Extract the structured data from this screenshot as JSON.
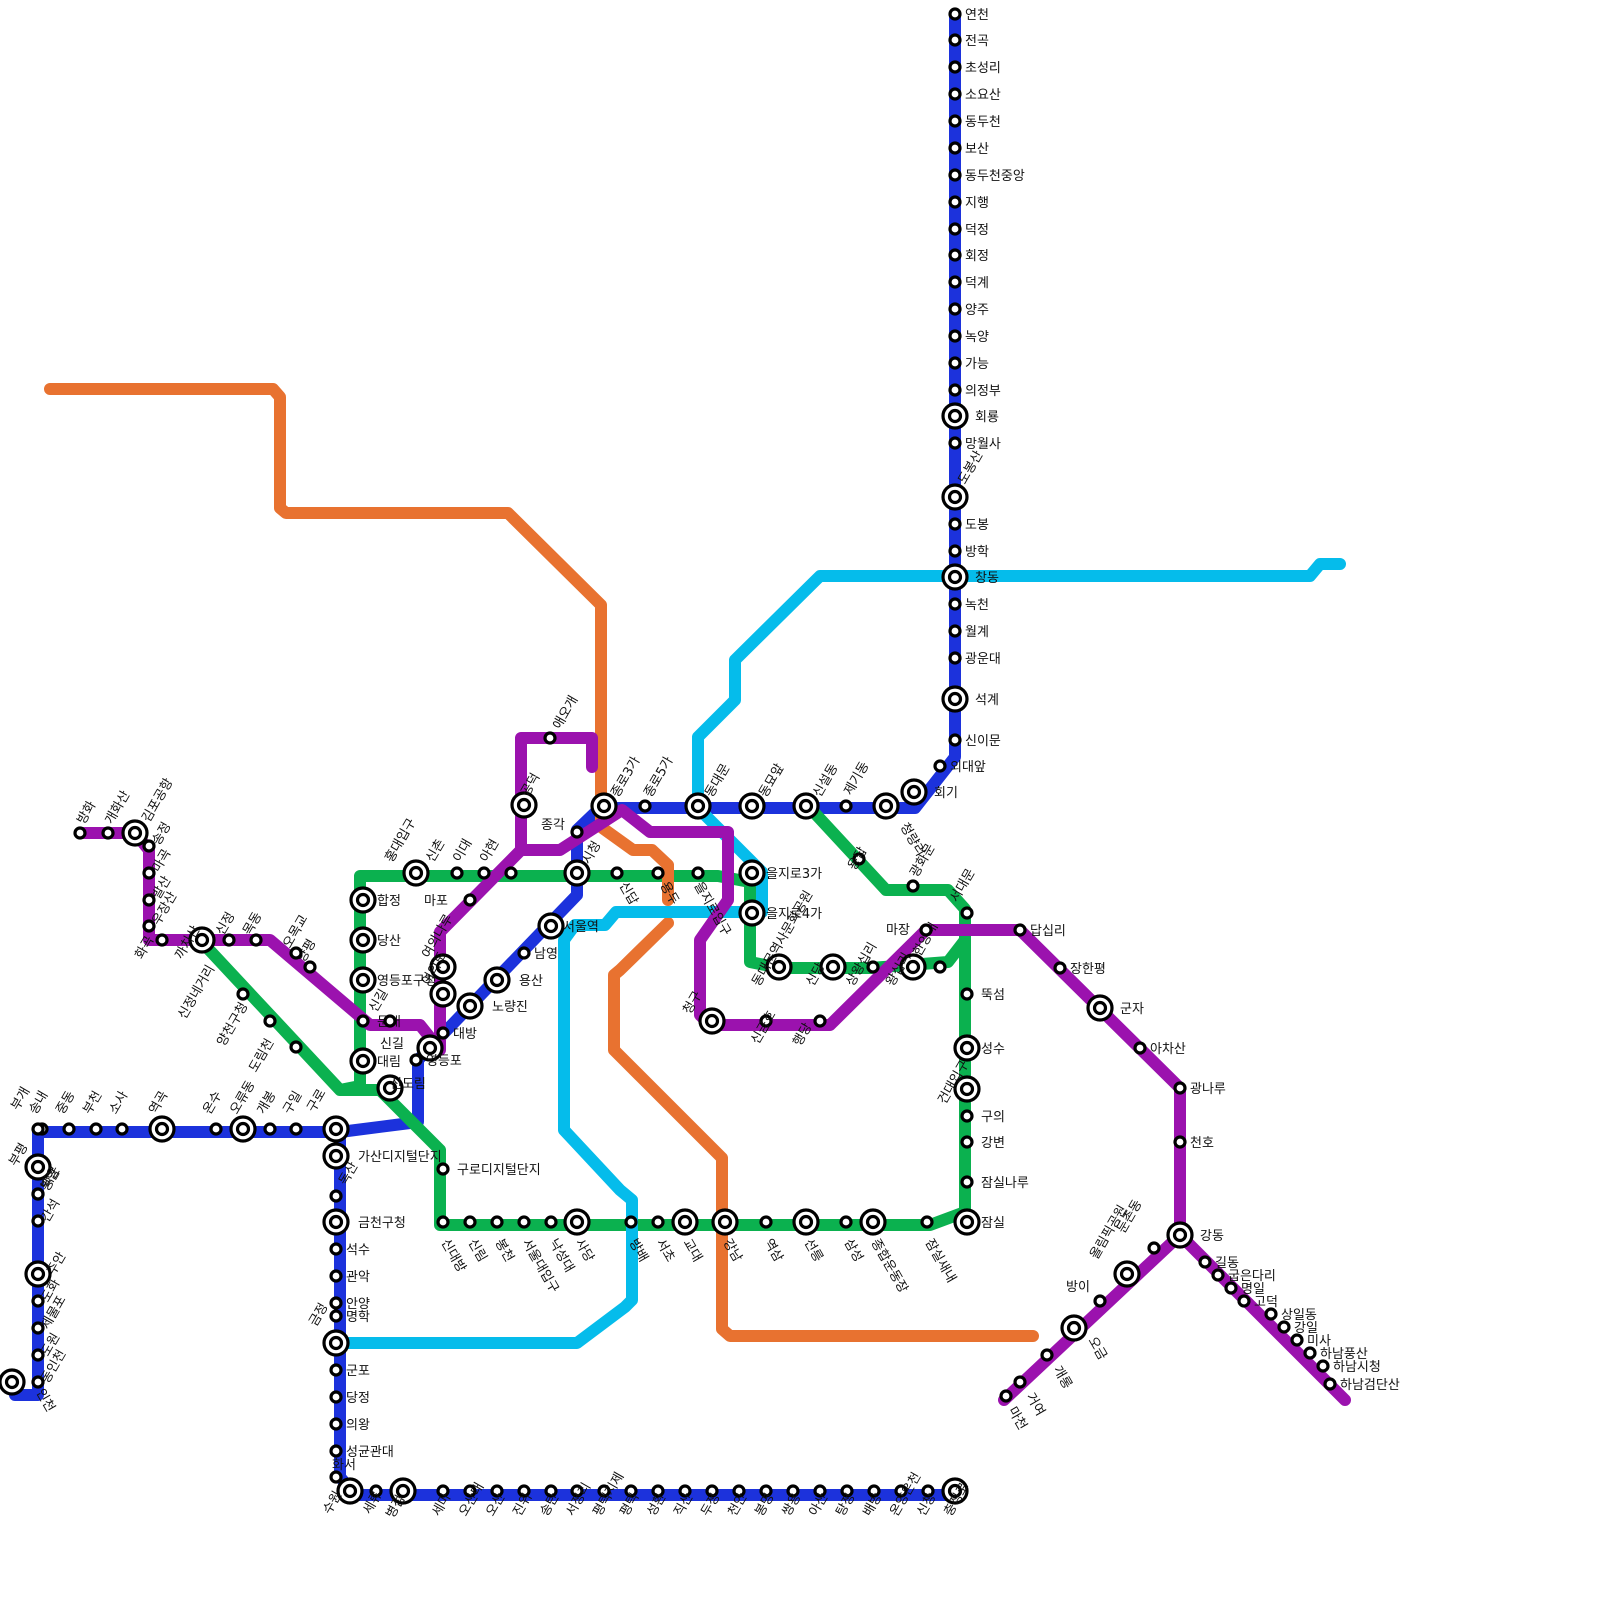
{
  "map": {
    "colors": {
      "line1": "#1c32dc",
      "line2": "#0bb14f",
      "line3": "#e87230",
      "line4": "#05bceb",
      "line5": "#9b12ae"
    },
    "lines": [
      {
        "id": "line1",
        "color_key": "line1"
      },
      {
        "id": "line2",
        "color_key": "line2"
      },
      {
        "id": "line3",
        "color_key": "line3"
      },
      {
        "id": "line4",
        "color_key": "line4"
      },
      {
        "id": "line5",
        "color_key": "line5"
      }
    ],
    "stations": [
      {
        "id": "s_yeoncheon",
        "name": "연천",
        "transfer": false
      },
      {
        "id": "s_jeongok",
        "name": "전곡",
        "transfer": false
      },
      {
        "id": "s_choseongni",
        "name": "초성리",
        "transfer": false
      },
      {
        "id": "s_soyosan",
        "name": "소요산",
        "transfer": false
      },
      {
        "id": "s_dongducheon",
        "name": "동두천",
        "transfer": false
      },
      {
        "id": "s_bosan",
        "name": "보산",
        "transfer": false
      },
      {
        "id": "s_dongducheonjungang",
        "name": "동두천중앙",
        "transfer": false
      },
      {
        "id": "s_jihaeng",
        "name": "지행",
        "transfer": false
      },
      {
        "id": "s_deokjeong",
        "name": "덕정",
        "transfer": false
      },
      {
        "id": "s_hoejeong",
        "name": "회정",
        "transfer": false
      },
      {
        "id": "s_deokgye",
        "name": "덕계",
        "transfer": false
      },
      {
        "id": "s_yangju",
        "name": "양주",
        "transfer": false
      },
      {
        "id": "s_nogyang",
        "name": "녹양",
        "transfer": false
      },
      {
        "id": "s_ganeung",
        "name": "가능",
        "transfer": false
      },
      {
        "id": "s_uijeongbu",
        "name": "의정부",
        "transfer": false
      },
      {
        "id": "s_hoeryong",
        "name": "회룡",
        "transfer": true
      },
      {
        "id": "s_mangwolsa",
        "name": "망월사",
        "transfer": false
      },
      {
        "id": "s_dobongsan",
        "name": "도봉산",
        "transfer": true
      },
      {
        "id": "s_dobong",
        "name": "도봉",
        "transfer": false
      },
      {
        "id": "s_banghak",
        "name": "방학",
        "transfer": false
      },
      {
        "id": "s_changdong",
        "name": "창동",
        "transfer": true
      },
      {
        "id": "s_nokcheon",
        "name": "녹천",
        "transfer": false
      },
      {
        "id": "s_wolgye",
        "name": "월계",
        "transfer": false
      },
      {
        "id": "s_gwangundae",
        "name": "광운대",
        "transfer": false
      },
      {
        "id": "s_seokgye",
        "name": "석계",
        "transfer": true
      },
      {
        "id": "s_sinimun",
        "name": "신이문",
        "transfer": false
      },
      {
        "id": "s_oedaeap",
        "name": "외대앞",
        "transfer": false
      },
      {
        "id": "s_hoegi",
        "name": "회기",
        "transfer": true
      },
      {
        "id": "s_cheongnyangni",
        "name": "청량리",
        "transfer": true
      },
      {
        "id": "s_jegi",
        "name": "제기동",
        "transfer": false
      },
      {
        "id": "s_sinseoldong",
        "name": "신설동",
        "transfer": true
      },
      {
        "id": "s_dongmyoap",
        "name": "동묘앞",
        "transfer": true
      },
      {
        "id": "s_dongdaemun",
        "name": "동대문",
        "transfer": true
      },
      {
        "id": "s_jongno5ga",
        "name": "종로5가",
        "transfer": false
      },
      {
        "id": "s_jongno3ga",
        "name": "종로3가",
        "transfer": true
      },
      {
        "id": "s_jonggak",
        "name": "종각",
        "transfer": false
      },
      {
        "id": "s_cityhall",
        "name": "시청",
        "transfer": true
      },
      {
        "id": "s_seoulstation",
        "name": "서울역",
        "transfer": true
      },
      {
        "id": "s_namyeong",
        "name": "남영",
        "transfer": false
      },
      {
        "id": "s_yongsan",
        "name": "용산",
        "transfer": true
      },
      {
        "id": "s_noryangjin",
        "name": "노량진",
        "transfer": true
      },
      {
        "id": "s_daebang",
        "name": "대방",
        "transfer": false
      },
      {
        "id": "s_singil",
        "name": "신길",
        "transfer": true
      },
      {
        "id": "s_yeongdeungpo",
        "name": "영등포",
        "transfer": false
      },
      {
        "id": "s_sindorim",
        "name": "신도림",
        "transfer": true
      },
      {
        "id": "s_guro",
        "name": "구로",
        "transfer": true
      },
      {
        "id": "s_gaeun",
        "name": "구일",
        "transfer": false
      },
      {
        "id": "s_gaebong",
        "name": "개봉",
        "transfer": false
      },
      {
        "id": "s_oryu",
        "name": "오류동",
        "transfer": true
      },
      {
        "id": "s_onsu",
        "name": "온수",
        "transfer": false
      },
      {
        "id": "s_yeokgok",
        "name": "역곡",
        "transfer": true
      },
      {
        "id": "s_sosa",
        "name": "소사",
        "transfer": false
      },
      {
        "id": "s_bucheon",
        "name": "부천",
        "transfer": false
      },
      {
        "id": "s_jungdong",
        "name": "중동",
        "transfer": false
      },
      {
        "id": "s_songnae",
        "name": "송내",
        "transfer": false
      },
      {
        "id": "s_bugae",
        "name": "부개",
        "transfer": false
      },
      {
        "id": "s_bupyeong",
        "name": "부평",
        "transfer": true
      },
      {
        "id": "s_baegun",
        "name": "백운",
        "transfer": false
      },
      {
        "id": "s_dongam",
        "name": "동암",
        "transfer": false
      },
      {
        "id": "s_ganseok",
        "name": "간석",
        "transfer": false
      },
      {
        "id": "s_juan",
        "name": "주안",
        "transfer": true
      },
      {
        "id": "s_dohwa",
        "name": "도화",
        "transfer": false
      },
      {
        "id": "s_jemulpo",
        "name": "제물포",
        "transfer": false
      },
      {
        "id": "s_dowon",
        "name": "도원",
        "transfer": false
      },
      {
        "id": "s_dongincheon",
        "name": "동인천",
        "transfer": false
      },
      {
        "id": "s_incheon",
        "name": "인천",
        "transfer": true
      },
      {
        "id": "s_gasan",
        "name": "가산디지털단지",
        "transfer": true
      },
      {
        "id": "s_doksan",
        "name": "독산",
        "transfer": false
      },
      {
        "id": "s_geumcheon",
        "name": "금천구청",
        "transfer": true
      },
      {
        "id": "s_seoksu",
        "name": "석수",
        "transfer": false
      },
      {
        "id": "s_gwanak",
        "name": "관악",
        "transfer": false
      },
      {
        "id": "s_anyang",
        "name": "안양",
        "transfer": false
      },
      {
        "id": "s_myeonghak",
        "name": "명학",
        "transfer": false
      },
      {
        "id": "s_geumjeong",
        "name": "금정",
        "transfer": true
      },
      {
        "id": "s_gunpo",
        "name": "군포",
        "transfer": false
      },
      {
        "id": "s_dangjeong",
        "name": "당정",
        "transfer": false
      },
      {
        "id": "s_uiwang",
        "name": "의왕",
        "transfer": false
      },
      {
        "id": "s_sungkyunkwan",
        "name": "성균관대",
        "transfer": false
      },
      {
        "id": "s_hwaseo",
        "name": "화서",
        "transfer": false
      },
      {
        "id": "s_suwon",
        "name": "수원",
        "transfer": true
      },
      {
        "id": "s_seryu",
        "name": "세류",
        "transfer": false
      },
      {
        "id": "s_byeongjeom",
        "name": "병점",
        "transfer": true
      },
      {
        "id": "s_sema",
        "name": "세마",
        "transfer": false
      },
      {
        "id": "s_osandae",
        "name": "오산대",
        "transfer": false
      },
      {
        "id": "s_osan",
        "name": "오산",
        "transfer": false
      },
      {
        "id": "s_jinwi",
        "name": "진위",
        "transfer": false
      },
      {
        "id": "s_songtan",
        "name": "송탄",
        "transfer": false
      },
      {
        "id": "s_seojeongni",
        "name": "서정리",
        "transfer": false
      },
      {
        "id": "s_pyeongtaekjije",
        "name": "평택지제",
        "transfer": false
      },
      {
        "id": "s_pyeongtaek",
        "name": "평택",
        "transfer": false
      },
      {
        "id": "s_seonghwan",
        "name": "성환",
        "transfer": false
      },
      {
        "id": "s_jiksan",
        "name": "직산",
        "transfer": false
      },
      {
        "id": "s_dujeong",
        "name": "두정",
        "transfer": false
      },
      {
        "id": "s_cheonan",
        "name": "천안",
        "transfer": false
      },
      {
        "id": "s_bongmyeong",
        "name": "봉명",
        "transfer": false
      },
      {
        "id": "s_ssangyong",
        "name": "쌍용",
        "transfer": false
      },
      {
        "id": "s_asan",
        "name": "아산",
        "transfer": false
      },
      {
        "id": "s_tangjeong",
        "name": "탕정",
        "transfer": false
      },
      {
        "id": "s_baebang",
        "name": "배방",
        "transfer": false
      },
      {
        "id": "s_onyang",
        "name": "온양온천",
        "transfer": false
      },
      {
        "id": "s_sinchang",
        "name": "신창",
        "transfer": false
      },
      {
        "id": "s_chungjeongno",
        "name": "충정로",
        "transfer": true
      },
      {
        "id": "s_ahyeon",
        "name": "아현",
        "transfer": false
      },
      {
        "id": "s_ewha",
        "name": "이대",
        "transfer": false
      },
      {
        "id": "s_sinchon",
        "name": "신촌",
        "transfer": false
      },
      {
        "id": "s_hongik",
        "name": "홍대입구",
        "transfer": true
      },
      {
        "id": "s_hapjeong",
        "name": "합정",
        "transfer": true
      },
      {
        "id": "s_dangsan",
        "name": "당산",
        "transfer": true
      },
      {
        "id": "s_yeongdeungpo_gucheong",
        "name": "영등포구청",
        "transfer": true
      },
      {
        "id": "s_mullae",
        "name": "문래",
        "transfer": false
      },
      {
        "id": "s_daerim",
        "name": "대림",
        "transfer": true
      },
      {
        "id": "s_gurodigital",
        "name": "구로디지털단지",
        "transfer": false
      },
      {
        "id": "s_sindaebang",
        "name": "신대방",
        "transfer": false
      },
      {
        "id": "s_sillim",
        "name": "신림",
        "transfer": false
      },
      {
        "id": "s_bongcheon",
        "name": "봉천",
        "transfer": false
      },
      {
        "id": "s_snu",
        "name": "서울대입구",
        "transfer": false
      },
      {
        "id": "s_nakseongdae",
        "name": "낙성대",
        "transfer": false
      },
      {
        "id": "s_sadang",
        "name": "사당",
        "transfer": true
      },
      {
        "id": "s_bangbae",
        "name": "방배",
        "transfer": false
      },
      {
        "id": "s_seocho",
        "name": "서초",
        "transfer": false
      },
      {
        "id": "s_gyodae",
        "name": "교대",
        "transfer": true
      },
      {
        "id": "s_gangnam",
        "name": "강남",
        "transfer": true
      },
      {
        "id": "s_yeoksam",
        "name": "역삼",
        "transfer": false
      },
      {
        "id": "s_seolleung",
        "name": "선릉",
        "transfer": true
      },
      {
        "id": "s_samseong",
        "name": "삼성",
        "transfer": false
      },
      {
        "id": "s_sportscomplex",
        "name": "종합운동장",
        "transfer": true
      },
      {
        "id": "s_jamsilsaenae",
        "name": "잠실새내",
        "transfer": false
      },
      {
        "id": "s_jamsil",
        "name": "잠실",
        "transfer": true
      },
      {
        "id": "s_jamsilnaru",
        "name": "잠실나루",
        "transfer": false
      },
      {
        "id": "s_gangbyeon",
        "name": "강변",
        "transfer": false
      },
      {
        "id": "s_guui",
        "name": "구의",
        "transfer": false
      },
      {
        "id": "s_konkuk",
        "name": "건대입구",
        "transfer": true
      },
      {
        "id": "s_seongsu",
        "name": "성수",
        "transfer": true
      },
      {
        "id": "s_ttukseom",
        "name": "뚝섬",
        "transfer": false
      },
      {
        "id": "s_hanyang",
        "name": "한양대",
        "transfer": false
      },
      {
        "id": "s_wangsimni",
        "name": "왕십리",
        "transfer": true
      },
      {
        "id": "s_sangwangsimni",
        "name": "상왕십리",
        "transfer": false
      },
      {
        "id": "s_sindang",
        "name": "신당",
        "transfer": true
      },
      {
        "id": "s_ddp",
        "name": "동대문역사문화공원",
        "transfer": true
      },
      {
        "id": "s_euljiro4ga",
        "name": "을지로4가",
        "transfer": true
      },
      {
        "id": "s_euljiro3ga",
        "name": "을지로3가",
        "transfer": true
      },
      {
        "id": "s_euljiro1ga",
        "name": "을지로입구",
        "transfer": false
      },
      {
        "id": "s_yongdu",
        "name": "용두",
        "transfer": false
      },
      {
        "id": "s_sindap",
        "name": "신답",
        "transfer": false
      },
      {
        "id": "s_yongdap",
        "name": "용답",
        "transfer": false
      },
      {
        "id": "s_gwanghwamun",
        "name": "광화문",
        "transfer": false
      },
      {
        "id": "s_seodaemun",
        "name": "서대문",
        "transfer": false
      },
      {
        "id": "s_aeogae",
        "name": "애오개",
        "transfer": false
      },
      {
        "id": "s_gongdeok",
        "name": "공덕",
        "transfer": true
      },
      {
        "id": "s_mapo",
        "name": "마포",
        "transfer": false
      },
      {
        "id": "s_yeouinaru",
        "name": "여의나루",
        "transfer": true
      },
      {
        "id": "s_yeouido",
        "name": "여의도",
        "transfer": true
      },
      {
        "id": "s_singil5",
        "name": "신길",
        "transfer": false
      },
      {
        "id": "s_yangpyeong",
        "name": "양평",
        "transfer": false
      },
      {
        "id": "s_omokgyo",
        "name": "오목교",
        "transfer": false
      },
      {
        "id": "s_mokdong",
        "name": "목동",
        "transfer": false
      },
      {
        "id": "s_sinjeong",
        "name": "신정",
        "transfer": false
      },
      {
        "id": "s_kkachisan",
        "name": "까치산",
        "transfer": true
      },
      {
        "id": "s_hwagok",
        "name": "화곡",
        "transfer": false
      },
      {
        "id": "s_ujangsan",
        "name": "우장산",
        "transfer": false
      },
      {
        "id": "s_balsan",
        "name": "발산",
        "transfer": false
      },
      {
        "id": "s_magok",
        "name": "마곡",
        "transfer": false
      },
      {
        "id": "s_songjeong",
        "name": "송정",
        "transfer": false
      },
      {
        "id": "s_gimpo",
        "name": "김포공항",
        "transfer": true
      },
      {
        "id": "s_gaehwasan",
        "name": "개화산",
        "transfer": false
      },
      {
        "id": "s_banghwa",
        "name": "방화",
        "transfer": false
      },
      {
        "id": "s_sinjeongnegeori",
        "name": "신정네거리",
        "transfer": false
      },
      {
        "id": "s_yangcheon",
        "name": "양천구청",
        "transfer": false
      },
      {
        "id": "s_dorimcheon",
        "name": "도림천",
        "transfer": false
      },
      {
        "id": "s_cheonggu",
        "name": "청구",
        "transfer": true
      },
      {
        "id": "s_singeumho",
        "name": "신금호",
        "transfer": false
      },
      {
        "id": "s_haengdang",
        "name": "행당",
        "transfer": false
      },
      {
        "id": "s_majang",
        "name": "마장",
        "transfer": false
      },
      {
        "id": "s_dapsimni",
        "name": "답십리",
        "transfer": false
      },
      {
        "id": "s_janghanpyeong",
        "name": "장한평",
        "transfer": false
      },
      {
        "id": "s_gunja",
        "name": "군자",
        "transfer": true
      },
      {
        "id": "s_achasan",
        "name": "아차산",
        "transfer": false
      },
      {
        "id": "s_gwangnaru",
        "name": "광나루",
        "transfer": false
      },
      {
        "id": "s_cheonho",
        "name": "천호",
        "transfer": false
      },
      {
        "id": "s_gangdong",
        "name": "강동",
        "transfer": true
      },
      {
        "id": "s_gildong",
        "name": "길동",
        "transfer": false
      },
      {
        "id": "s_gubeundari",
        "name": "굽은다리",
        "transfer": false
      },
      {
        "id": "s_myeongil",
        "name": "명일",
        "transfer": false
      },
      {
        "id": "s_godeok",
        "name": "고덕",
        "transfer": false
      },
      {
        "id": "s_sangil",
        "name": "상일동",
        "transfer": false
      },
      {
        "id": "s_gangil",
        "name": "강일",
        "transfer": false
      },
      {
        "id": "s_misa",
        "name": "미사",
        "transfer": false
      },
      {
        "id": "s_hanampungsan",
        "name": "하남풍산",
        "transfer": false
      },
      {
        "id": "s_hanamcityhall",
        "name": "하남시청",
        "transfer": false
      },
      {
        "id": "s_hanamgeomdansan",
        "name": "하남검단산",
        "transfer": false
      },
      {
        "id": "s_dunchon",
        "name": "둔촌동",
        "transfer": false
      },
      {
        "id": "s_olympicpark",
        "name": "올림픽공원",
        "transfer": true
      },
      {
        "id": "s_bangi",
        "name": "방이",
        "transfer": false
      },
      {
        "id": "s_ogeum",
        "name": "오금",
        "transfer": true
      },
      {
        "id": "s_gaerong",
        "name": "개롱",
        "transfer": false
      },
      {
        "id": "s_geoyeo",
        "name": "거여",
        "transfer": false
      },
      {
        "id": "s_macheon",
        "name": "마천",
        "transfer": false
      },
      {
        "id": "s_sindorim_xfer",
        "name": "",
        "transfer": true
      }
    ]
  }
}
